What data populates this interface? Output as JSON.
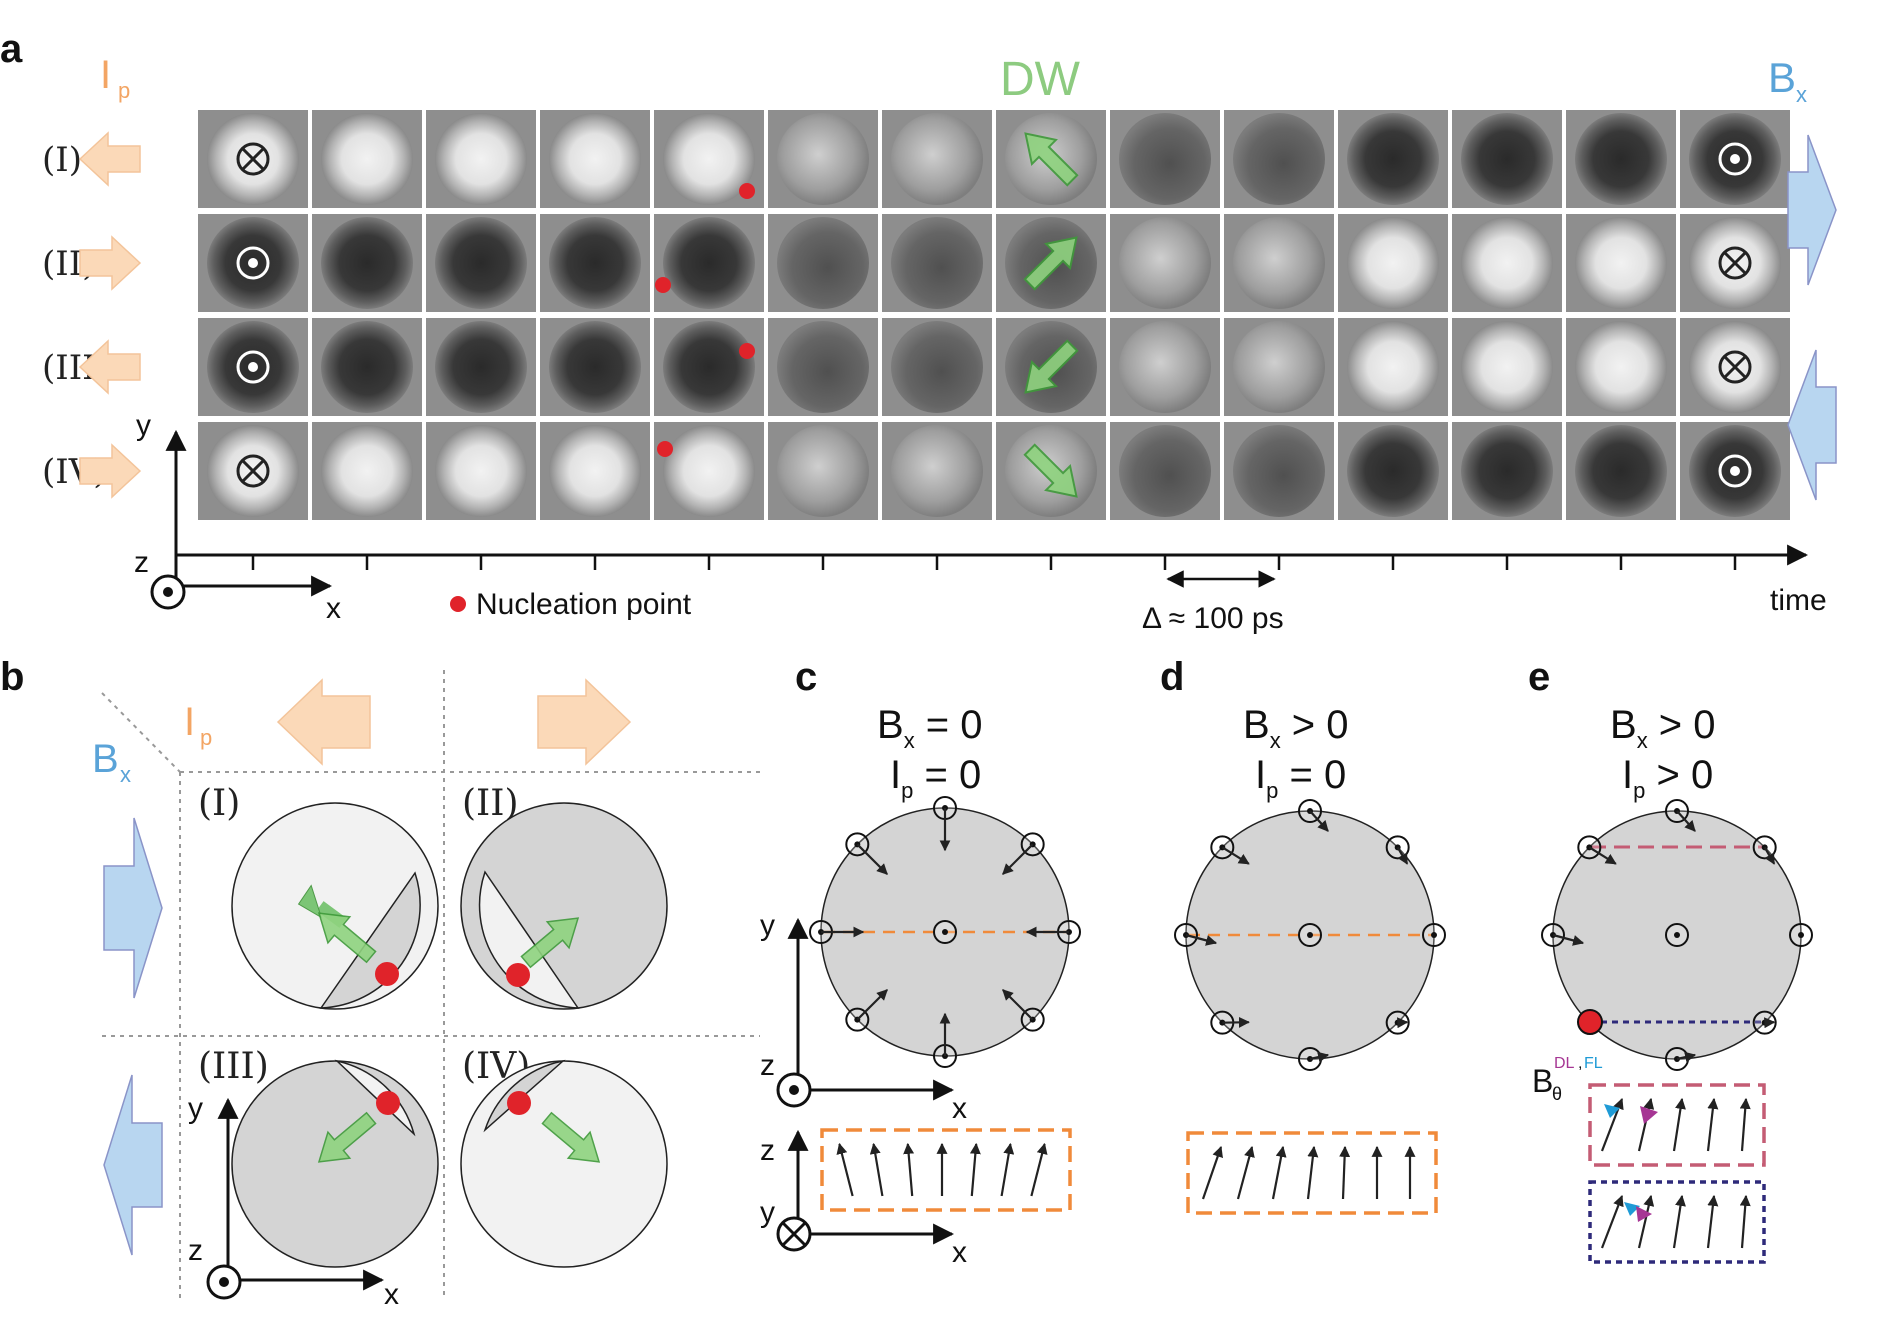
{
  "panel_a": {
    "letter": "a",
    "ip_label": "I",
    "ip_sub": "p",
    "dw_label": "DW",
    "bx_label": "B",
    "bx_sub": "x",
    "rows": [
      {
        "label": "(I)",
        "start": "light",
        "end": "dark",
        "ip": "left",
        "bx": "right",
        "nuc_frame": 4,
        "nuc_pos": "bottom-right",
        "dw": "up-left"
      },
      {
        "label": "(II)",
        "start": "dark",
        "end": "light",
        "ip": "right",
        "bx": "right",
        "nuc_frame": 4,
        "nuc_pos": "bottom-left",
        "dw": "up-right"
      },
      {
        "label": "(III)",
        "start": "dark",
        "end": "light",
        "ip": "left",
        "bx": "left",
        "nuc_frame": 4,
        "nuc_pos": "top-right",
        "dw": "down-left"
      },
      {
        "label": "(IV)",
        "start": "light",
        "end": "dark",
        "ip": "right",
        "bx": "left",
        "nuc_frame": 4,
        "nuc_pos": "top-left",
        "dw": "down-right"
      }
    ],
    "frames_per_row": 14,
    "axis_y": "y",
    "axis_x": "x",
    "axis_z": "z",
    "nucleation_label": "Nucleation point",
    "delta_label": "Δ ≈ 100 ps",
    "time_label": "time"
  },
  "panel_b": {
    "letter": "b",
    "ip_label": "I",
    "ip_sub": "p",
    "bx_label": "B",
    "bx_sub": "x",
    "cells": [
      {
        "label": "(I)"
      },
      {
        "label": "(II)"
      },
      {
        "label": "(III)"
      },
      {
        "label": "(IV)"
      }
    ],
    "axis_y": "y",
    "axis_x": "x",
    "axis_z": "z"
  },
  "panel_c": {
    "letter": "c",
    "line1": "B",
    "line1_sub": "x",
    "line1_rest": " = 0",
    "line2": "I",
    "line2_sub": "p",
    "line2_rest": " = 0",
    "axis_y": "y",
    "axis_x": "x",
    "axis_z": "z",
    "axis2_z": "z",
    "axis2_y": "y",
    "axis2_x": "x"
  },
  "panel_d": {
    "letter": "d",
    "line1": "B",
    "line1_sub": "x",
    "line1_rest": " > 0",
    "line2": "I",
    "line2_sub": "p",
    "line2_rest": " = 0"
  },
  "panel_e": {
    "letter": "e",
    "line1": "B",
    "line1_sub": "x",
    "line1_rest": " > 0",
    "line2": "I",
    "line2_sub": "p",
    "line2_rest": " > 0",
    "b_theta": "B",
    "b_theta_sub": "θ",
    "dl": "DL",
    "comma": ",",
    "fl": "FL"
  },
  "colors": {
    "ip_orange": "#f3a564",
    "ip_arrow_fill": "#fbd9b8",
    "bx_blue": "#5aa3d8",
    "bx_arrow_fill": "#b8d6f0",
    "dw_green": "#7cc576",
    "nucleation_red": "#e0232a",
    "disk_gray": "#d4d4d4",
    "disk_light": "#f2f2f2",
    "dashed_orange": "#f08a3a",
    "dashed_pink": "#c45c74",
    "dashed_navy": "#2e2a7a",
    "dl_magenta": "#a63694",
    "fl_cyan": "#1f9bd6"
  }
}
